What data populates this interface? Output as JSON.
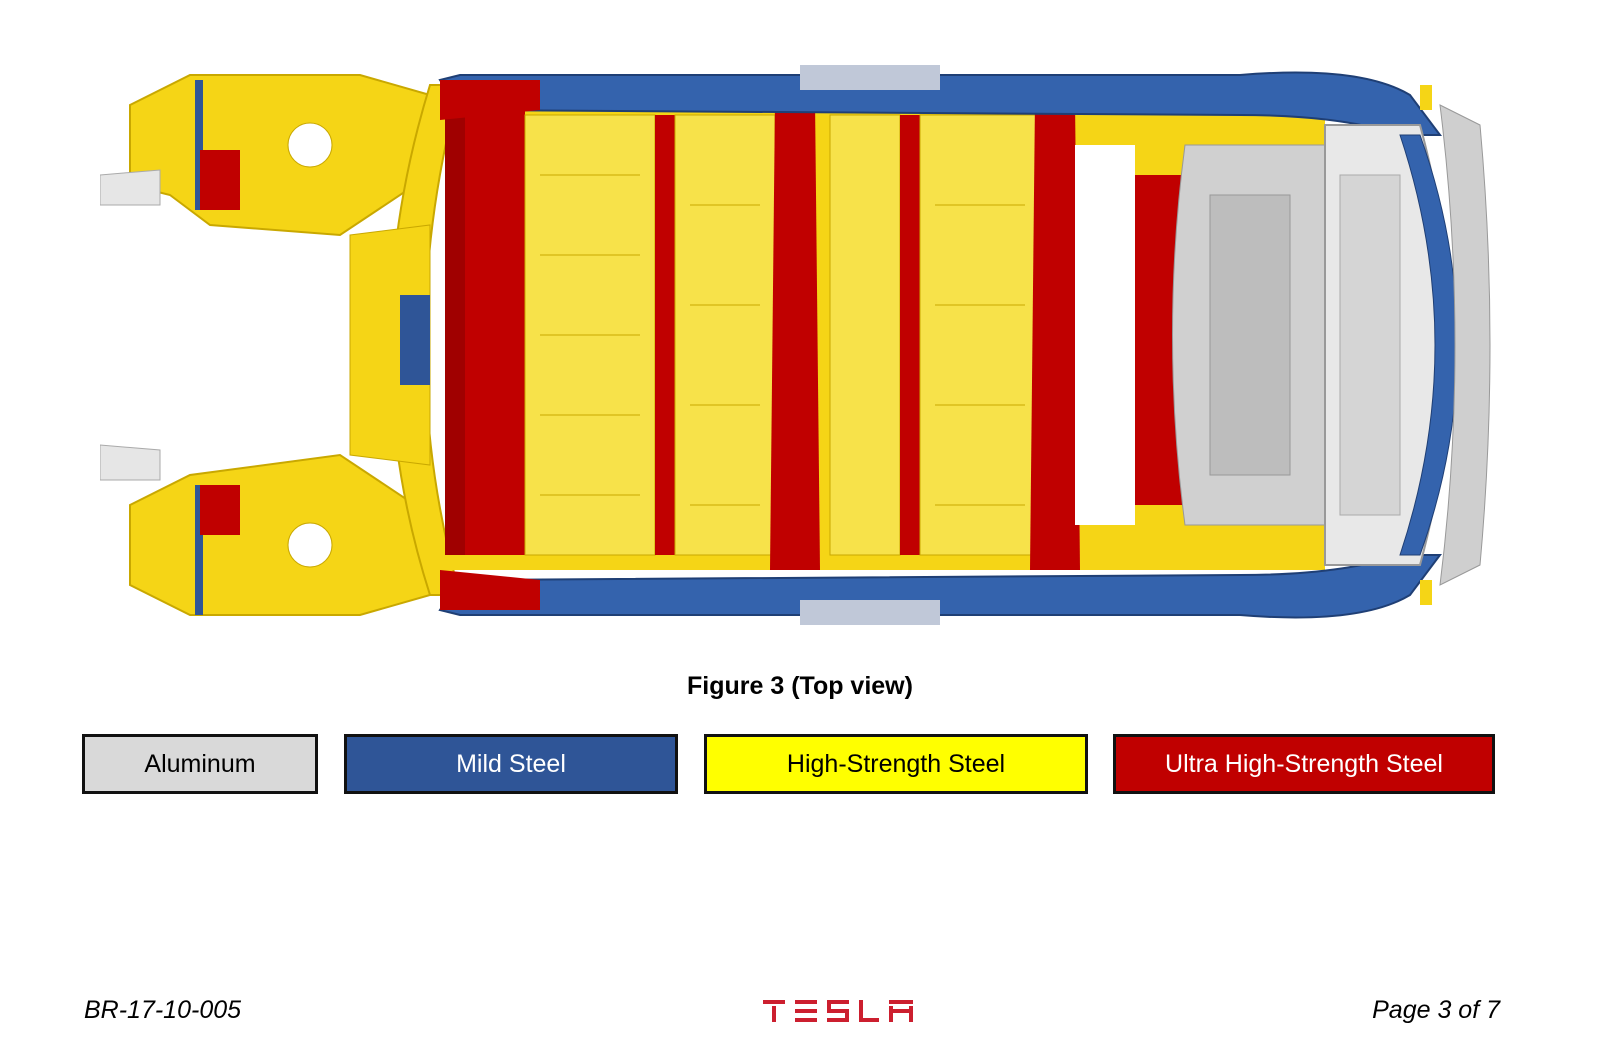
{
  "figure": {
    "caption": "Figure 3 (Top view)",
    "colors": {
      "aluminum": "#d9d9d9",
      "mild_steel": "#2f5597",
      "high_strength_steel": "#ffff00",
      "ultra_high_strength_steel": "#c00000"
    }
  },
  "legend": [
    {
      "label": "Aluminum",
      "color": "#d9d9d9",
      "text_color": "#000000"
    },
    {
      "label": "Mild Steel",
      "color": "#2f5597",
      "text_color": "#ffffff"
    },
    {
      "label": "High-Strength Steel",
      "color": "#ffff00",
      "text_color": "#000000"
    },
    {
      "label": "Ultra High-Strength Steel",
      "color": "#c00000",
      "text_color": "#ffffff"
    }
  ],
  "footer": {
    "doc_id": "BR-17-10-005",
    "page": "Page 3 of 7",
    "logo": "TESLA",
    "logo_color": "#cc1f2f"
  }
}
